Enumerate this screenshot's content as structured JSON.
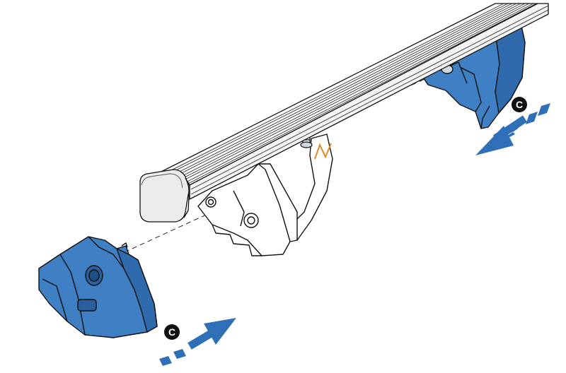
{
  "diagram": {
    "callouts": [
      {
        "id": "upper",
        "label": "C"
      },
      {
        "id": "lower",
        "label": "C"
      }
    ],
    "colors": {
      "part_fill": "#3f7fc3",
      "part_fill_dark": "#2f6aad",
      "arrow": "#2e6fb8",
      "outline": "#111111",
      "bar_fill": "#ffffff",
      "spring": "#e08a2a"
    }
  }
}
